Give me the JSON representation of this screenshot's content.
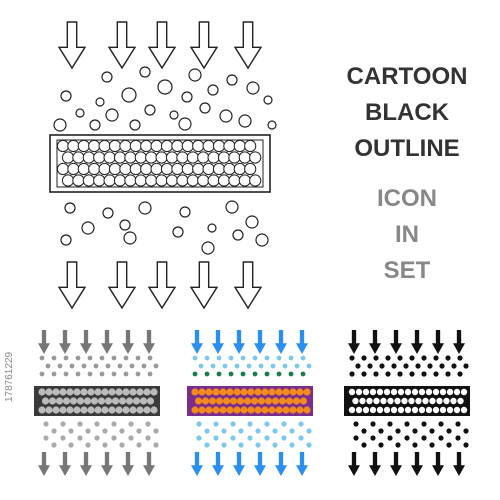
{
  "heading": {
    "line1": "CARTOON",
    "line2": "BLACK",
    "line3": "OUTLINE"
  },
  "subheading": {
    "line1": "ICON",
    "line2": "IN",
    "line3": "SET"
  },
  "icons": [
    {
      "name": "filter-icon-cartoon",
      "style": "cartoon",
      "filter_fill": "#ffffff",
      "particle_fill": "#ffffff",
      "arrow_fill": "#ffffff",
      "stroke": "#222222"
    },
    {
      "name": "filter-icon-gray",
      "style": "gray",
      "filter_fill": "#555555",
      "particle_fill": "#cccccc",
      "arrow_fill": "#777777",
      "stroke": "#777777"
    },
    {
      "name": "filter-icon-color",
      "style": "color",
      "filter_fill": "#7b2d8e",
      "particle_fill": "#f28a1e",
      "arrow_fill": "#2b8ff0",
      "stroke": "#2b8ff0",
      "dot_top": "#1a7a4a",
      "dot_bottom": "#7ec8f0"
    },
    {
      "name": "filter-icon-black",
      "style": "black",
      "filter_fill": "#ffffff",
      "particle_fill": "#ffffff",
      "arrow_fill": "#111111",
      "stroke": "#111111"
    }
  ],
  "watermark": {
    "side_text": "178761229"
  },
  "colors": {
    "heading": "#333333",
    "subheading": "#888888",
    "background": "#ffffff"
  }
}
